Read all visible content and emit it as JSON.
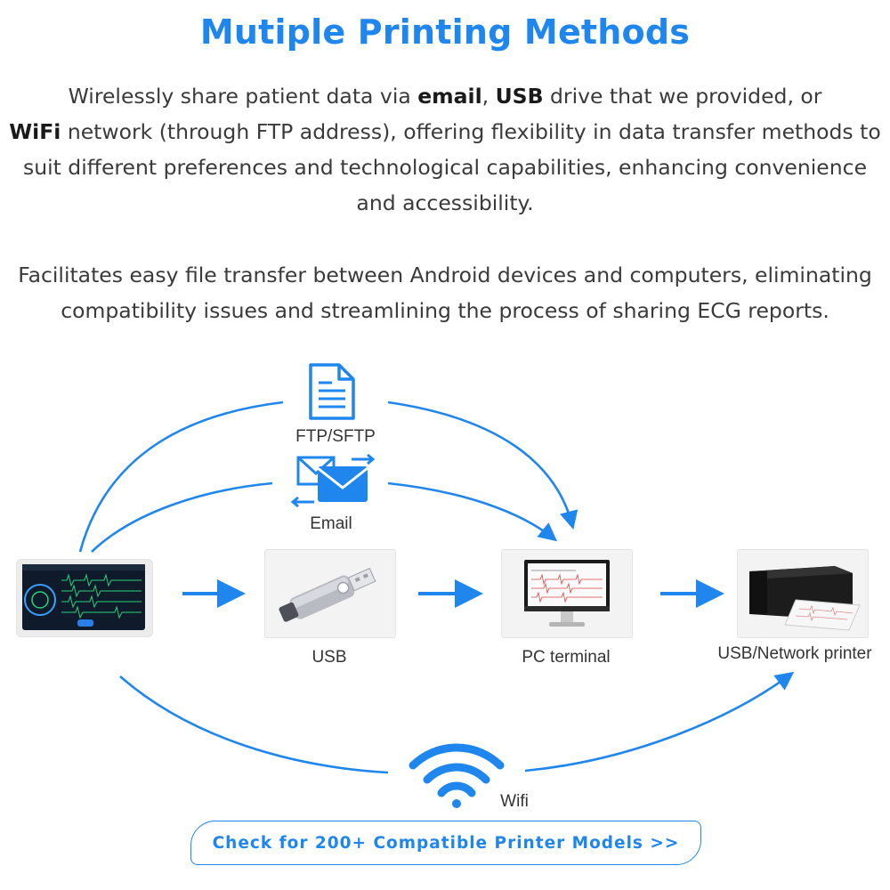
{
  "title": "Mutiple Printing Methods",
  "paragraph1": {
    "t1": "Wirelessly share patient data via ",
    "b1": "email",
    "t2": ", ",
    "b2": "USB",
    "t3": " drive that we provided, or ",
    "b3": "WiFi",
    "t4": " network (through FTP address), offering flexibility in data transfer methods to suit different preferences and technological capabilities, enhancing convenience and accessibility."
  },
  "paragraph2": "Facilitates easy file transfer between Android devices and computers, eliminating compatibility issues and streamlining the process of sharing ECG reports.",
  "nodes": {
    "ftp": "FTP/SFTP",
    "email": "Email",
    "usb": "USB",
    "pc": "PC terminal",
    "printer": "USB/Network printer",
    "wifi": "Wifi"
  },
  "cta_label": "Check for 200+ Compatible Printer Models >>",
  "colors": {
    "accent": "#1f86ee",
    "text": "#3a3a3a",
    "box_bg": "#f3f3f3"
  },
  "icons": [
    "document-icon",
    "email-transfer-icon",
    "usb-drive-icon",
    "computer-monitor-icon",
    "printer-icon",
    "wifi-icon",
    "ecg-tablet-icon"
  ]
}
